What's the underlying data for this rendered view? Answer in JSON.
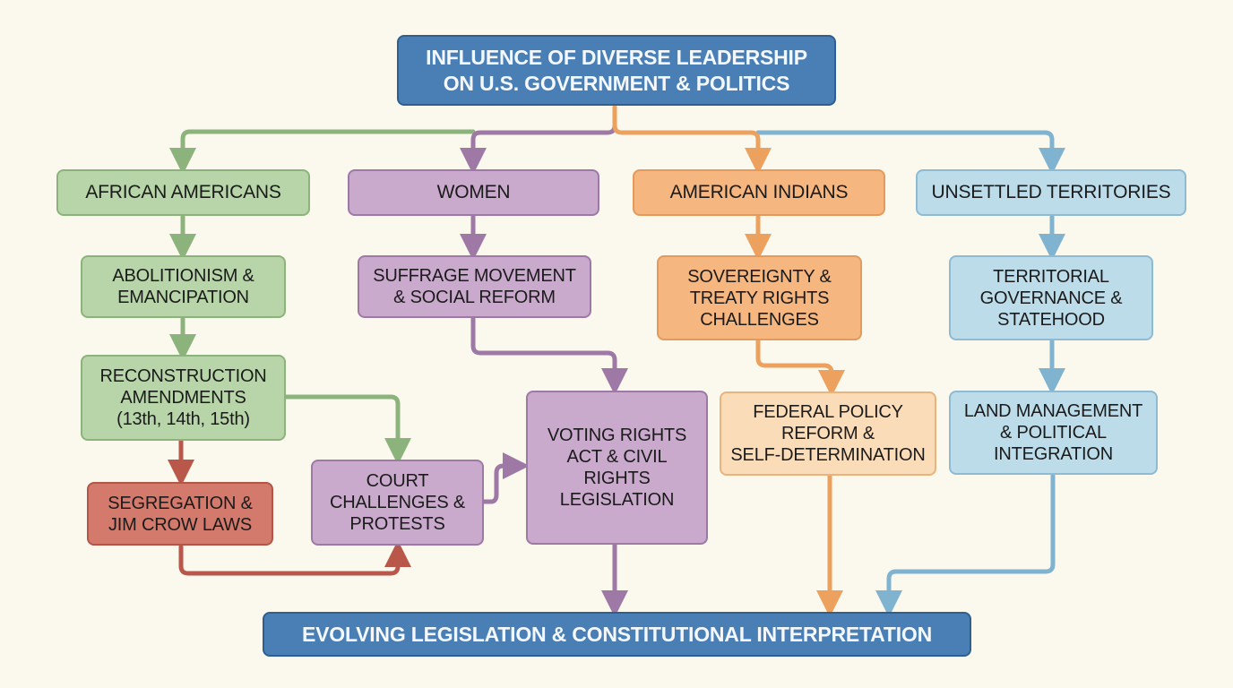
{
  "diagram": {
    "title": "INFLUENCE OF DIVERSE LEADERSHIP\nON U.S. GOVERNMENT & POLITICS",
    "outcome": "EVOLVING LEGISLATION & CONSTITUTIONAL INTERPRETATION",
    "columns": [
      {
        "id": "african-americans",
        "label": "AFRICAN AMERICANS",
        "color": "#8db37d",
        "steps": [
          "ABOLITIONISM &\nEMANCIPATION",
          "RECONSTRUCTION\nAMENDMENTS\n(13th, 14th, 15th)",
          "SEGREGATION &\nJIM CROW LAWS"
        ]
      },
      {
        "id": "women",
        "label": "WOMEN",
        "color": "#9f79a6",
        "steps": [
          "SUFFRAGE MOVEMENT\n& SOCIAL REFORM",
          "COURT\nCHALLENGES &\nPROTESTS",
          "VOTING RIGHTS\nACT & CIVIL\nRIGHTS\nLEGISLATION"
        ]
      },
      {
        "id": "american-indians",
        "label": "AMERICAN INDIANS",
        "color": "#eda15e",
        "steps": [
          "SOVEREIGNTY &\nTREATY RIGHTS\nCHALLENGES",
          "FEDERAL POLICY\nREFORM &\nSELF-DETERMINATION"
        ]
      },
      {
        "id": "unsettled-territories",
        "label": "UNSETTLED TERRITORIES",
        "color": "#7fb3d0",
        "steps": [
          "TERRITORIAL\nGOVERNANCE &\nSTATEHOOD",
          "LAND MANAGEMENT\n& POLITICAL\nINTEGRATION"
        ]
      }
    ],
    "colors": {
      "background": "#fbf8ee",
      "title_fill": "#4a7fb5",
      "green": "#8db37d",
      "purple": "#9f79a6",
      "orange": "#eda15e",
      "blue": "#7fb3d0",
      "red": "#b9584a"
    }
  }
}
